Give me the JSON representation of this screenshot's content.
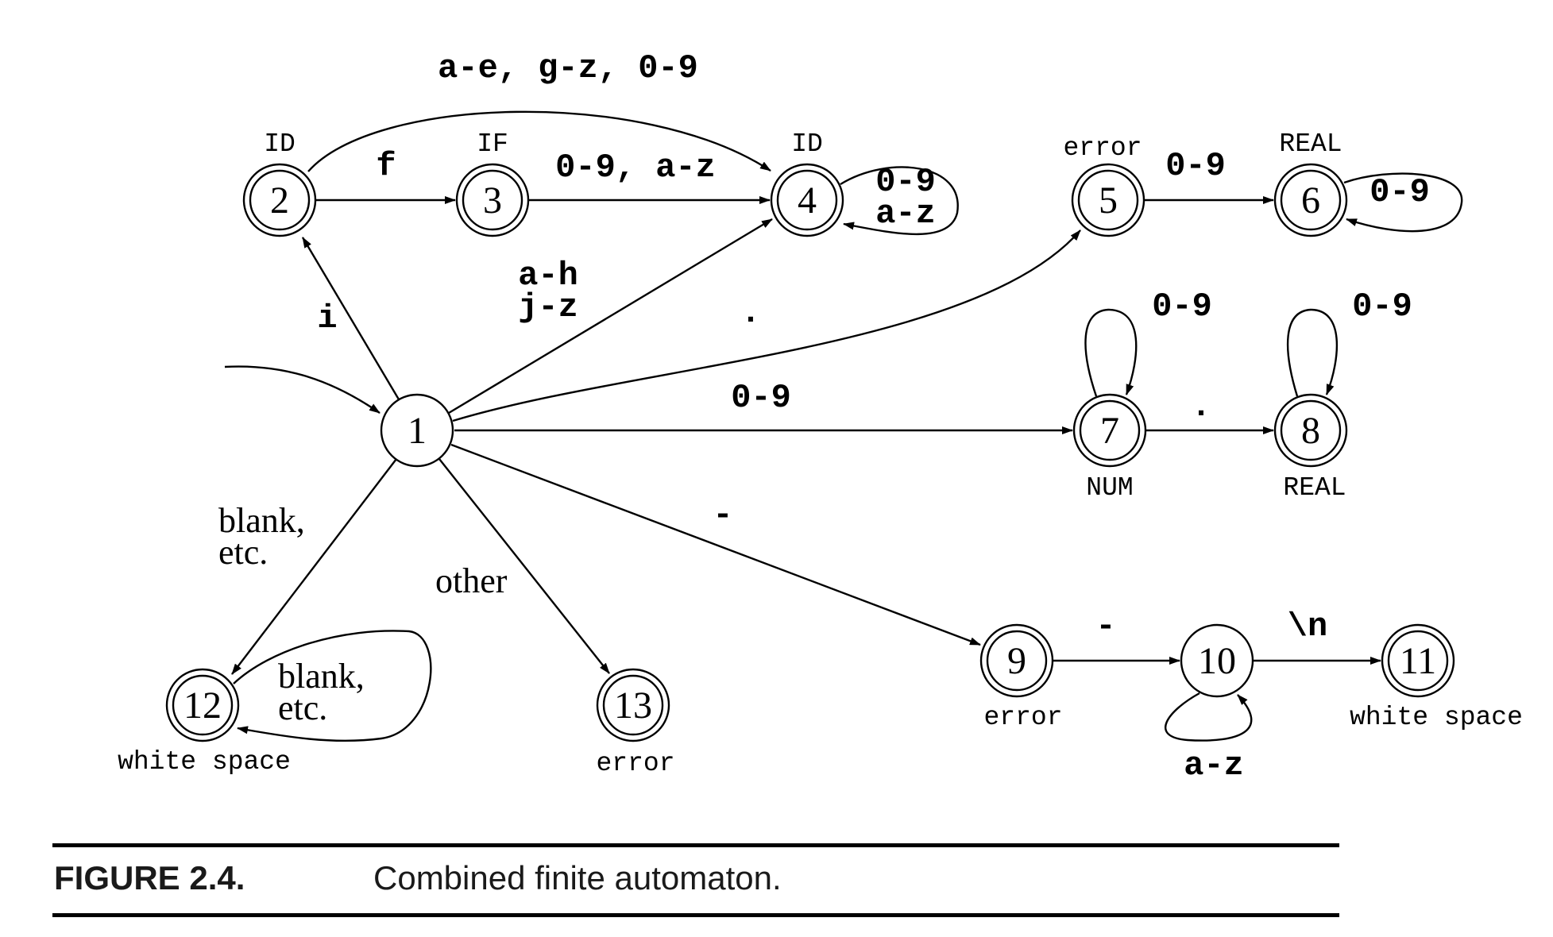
{
  "states": [
    {
      "id": "1",
      "token": "",
      "accepting": false
    },
    {
      "id": "2",
      "token": "ID",
      "accepting": true
    },
    {
      "id": "3",
      "token": "IF",
      "accepting": true
    },
    {
      "id": "4",
      "token": "ID",
      "accepting": true
    },
    {
      "id": "5",
      "token": "error",
      "accepting": true
    },
    {
      "id": "6",
      "token": "REAL",
      "accepting": true
    },
    {
      "id": "7",
      "token": "NUM",
      "accepting": true
    },
    {
      "id": "8",
      "token": "REAL",
      "accepting": true
    },
    {
      "id": "9",
      "token": "error",
      "accepting": true
    },
    {
      "id": "10",
      "token": "",
      "accepting": false
    },
    {
      "id": "11",
      "token": "white space",
      "accepting": true
    },
    {
      "id": "12",
      "token": "white space",
      "accepting": true
    },
    {
      "id": "13",
      "token": "error",
      "accepting": true
    }
  ],
  "transitions": [
    {
      "from": "1",
      "to": "2",
      "label": [
        "i"
      ]
    },
    {
      "from": "2",
      "to": "3",
      "label": [
        "f"
      ]
    },
    {
      "from": "2",
      "to": "4",
      "label": [
        "a-e, g-z, 0-9"
      ]
    },
    {
      "from": "3",
      "to": "4",
      "label": [
        "0-9, a-z"
      ]
    },
    {
      "from": "1",
      "to": "4",
      "label": [
        "a-h",
        "j-z"
      ]
    },
    {
      "from": "4",
      "to": "4",
      "label": [
        "0-9",
        "a-z"
      ]
    },
    {
      "from": "1",
      "to": "5",
      "label": [
        "."
      ]
    },
    {
      "from": "5",
      "to": "6",
      "label": [
        "0-9"
      ]
    },
    {
      "from": "6",
      "to": "6",
      "label": [
        "0-9"
      ]
    },
    {
      "from": "1",
      "to": "7",
      "label": [
        "0-9"
      ]
    },
    {
      "from": "7",
      "to": "7",
      "label": [
        "0-9"
      ]
    },
    {
      "from": "7",
      "to": "8",
      "label": [
        "."
      ]
    },
    {
      "from": "8",
      "to": "8",
      "label": [
        "0-9"
      ]
    },
    {
      "from": "1",
      "to": "9",
      "label": [
        "-"
      ]
    },
    {
      "from": "9",
      "to": "10",
      "label": [
        "-"
      ]
    },
    {
      "from": "10",
      "to": "10",
      "label": [
        "a-z"
      ]
    },
    {
      "from": "10",
      "to": "11",
      "label": [
        "\\n"
      ]
    },
    {
      "from": "1",
      "to": "12",
      "label": [
        "blank,",
        "etc."
      ]
    },
    {
      "from": "12",
      "to": "12",
      "label": [
        "blank,",
        "etc."
      ]
    },
    {
      "from": "1",
      "to": "13",
      "label": [
        "other"
      ]
    }
  ],
  "caption": {
    "figure_number": "FIGURE 2.4.",
    "title": "Combined finite automaton."
  }
}
